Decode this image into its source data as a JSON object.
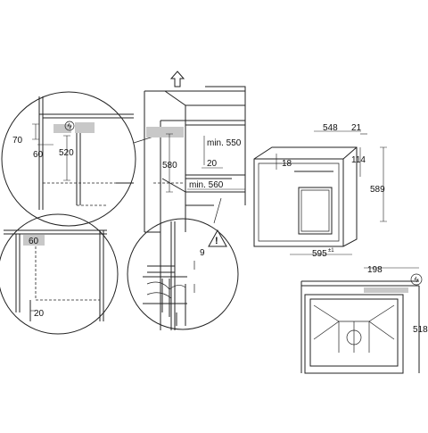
{
  "dimensions": {
    "d70": "70",
    "d60_left": "60",
    "d520": "520",
    "d580": "580",
    "d_min550": "min. 550",
    "d20_cab": "20",
    "d_min560": "min. 560",
    "d60_lower": "60",
    "d20_lower": "20",
    "d9": "9",
    "d548": "548",
    "d21": "21",
    "d18": "18",
    "d114": "114",
    "d589": "589",
    "d595": "595",
    "d595_tol": "±1",
    "d198": "198",
    "d518": "518"
  },
  "symbols": {
    "up_arrow": "arrow-up-icon",
    "plug": "plug-icon",
    "warning": "warning-triangle-icon",
    "warning_mark": "!"
  }
}
